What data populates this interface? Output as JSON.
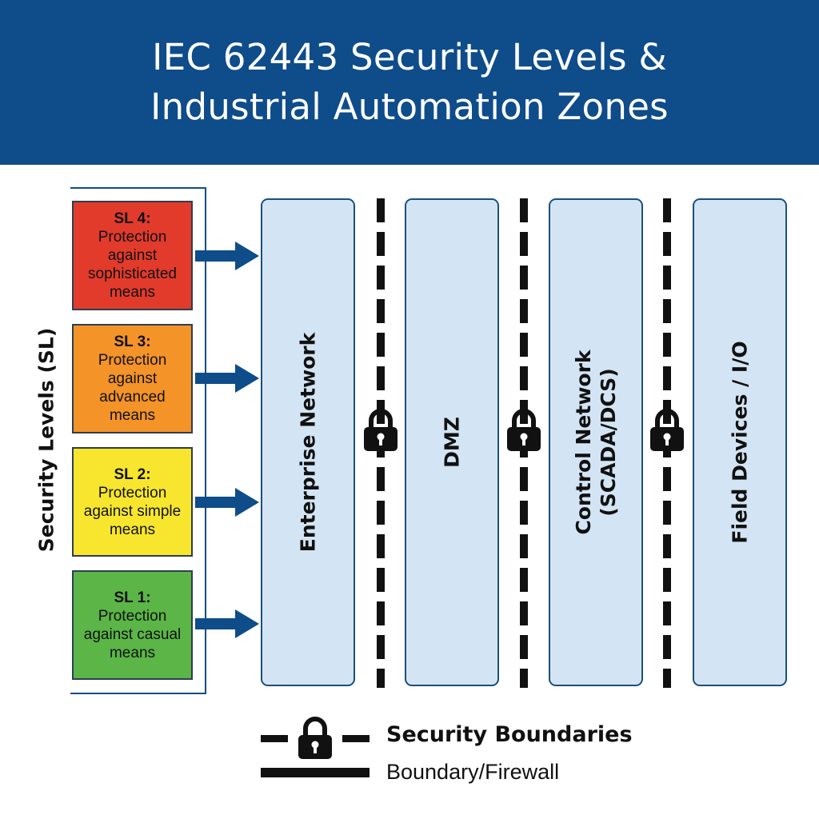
{
  "title": {
    "line1": "IEC 62443 Security Levels &",
    "line2": "Industrial Automation Zones"
  },
  "colors": {
    "header": "#0f4c8a",
    "arrow": "#0f4c8a",
    "zone_fill": "#d3e5f4",
    "zone_border": "#1c4f7e",
    "sl4": "#e23b2c",
    "sl3": "#f49328",
    "sl2": "#f7e62d",
    "sl1": "#5bb547"
  },
  "security_levels": {
    "axis_label": "Security Levels (SL)",
    "items": [
      {
        "name": "SL 4:",
        "desc": "Protection against sophisticated means"
      },
      {
        "name": "SL 3:",
        "desc": "Protection against advanced means"
      },
      {
        "name": "SL 2:",
        "desc": "Protection against simple means"
      },
      {
        "name": "SL 1:",
        "desc": "Protection against casual means"
      }
    ]
  },
  "zones": [
    {
      "label": "Enterprise Network"
    },
    {
      "label": "DMZ"
    },
    {
      "label": "Control Network\n(SCADA/DCS)"
    },
    {
      "label": "Field Devices / I/O"
    }
  ],
  "boundary_icon": "padlock-icon",
  "legend": {
    "title": "Security Boundaries",
    "subtitle": "Boundary/Firewall"
  }
}
